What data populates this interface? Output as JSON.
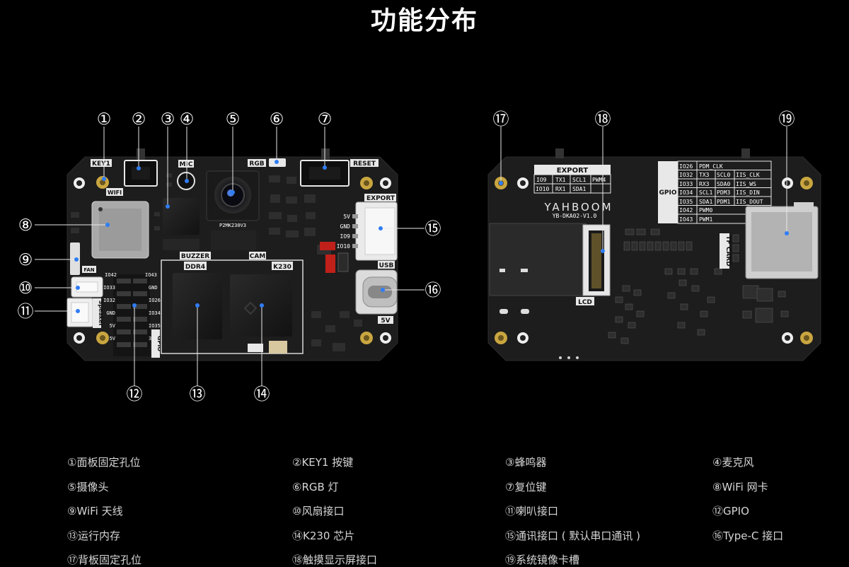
{
  "title": "功能分布",
  "callouts": [
    "①",
    "②",
    "③",
    "④",
    "⑤",
    "⑥",
    "⑦",
    "⑧",
    "⑨",
    "⑩",
    "⑪",
    "⑫",
    "⑬",
    "⑭",
    "⑮",
    "⑯",
    "⑰",
    "⑱",
    "⑲"
  ],
  "front_labels": {
    "key1": "KEY1",
    "wifi": "WIFI",
    "mic": "MIC",
    "rgb": "RGB",
    "reset": "RESET",
    "export": "EXPORT",
    "buzzer": "BUZZER",
    "cam": "CAM",
    "ddr4": "DDR4",
    "k230": "K230",
    "usb": "USB",
    "v5": "5V",
    "fan": "FAN",
    "speaker": "Speaker",
    "gpio": "GPIO",
    "camera_chip": "P2MK230V3",
    "exp_pins": [
      "5V",
      "GND",
      "IO9",
      "IO10"
    ],
    "gpio_left": [
      "IO42",
      "IO33",
      "IO32",
      "GND",
      "5V",
      "5V"
    ],
    "gpio_right": [
      "IO43",
      "GND",
      "IO26",
      "IO34",
      "IO35",
      "3V3"
    ]
  },
  "back_labels": {
    "export_title": "EXPORT",
    "export_rows": [
      [
        "IO9",
        "TX1",
        "SCL1",
        "PWM4"
      ],
      [
        "IO10",
        "RX1",
        "SDA1",
        ""
      ]
    ],
    "gpio": "GPIO",
    "gpio_rows": [
      [
        "IO26",
        "PDM_CLK",
        ""
      ],
      [
        "IO32",
        "TX3",
        "SCL0",
        "IIS_CLK"
      ],
      [
        "IO33",
        "RX3",
        "SDA0",
        "IIS_WS"
      ],
      [
        "IO34",
        "SCL1",
        "PDM3",
        "IIS_DIN"
      ],
      [
        "IO35",
        "SDA1",
        "PDM1",
        "IIS_DOUT"
      ],
      [
        "IO42",
        "PWM0",
        ""
      ],
      [
        "IO43",
        "PWM1",
        ""
      ]
    ],
    "brand": "YAHBOOM",
    "model": "YB-DKA02-V1.0",
    "lcd": "LCD",
    "tf_card": "TF CARD"
  },
  "legend": [
    "①面板固定孔位",
    "②KEY1 按键",
    "③蜂鸣器",
    "④麦克风",
    "⑤摄像头",
    "⑥RGB 灯",
    "⑦复位键",
    "⑧WiFi 网卡",
    "⑨WiFi 天线",
    "⑩风扇接口",
    "⑪喇叭接口",
    "⑫GPIO",
    "⑬运行内存",
    "⑭K230 芯片",
    "⑮通讯接口 ( 默认串口通讯 )",
    "⑯Type-C 接口",
    "⑰背板固定孔位",
    "⑱触摸显示屏接口",
    "⑲系统镜像卡槽"
  ],
  "colors": {
    "background": "#000000",
    "pcb": "#1c1c1c",
    "pointer": "#2f7df6",
    "mount_hole": "#c9a640"
  }
}
